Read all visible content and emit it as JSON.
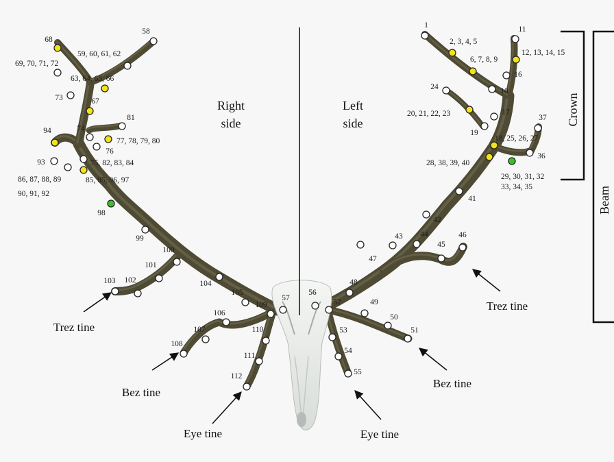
{
  "sides": {
    "right": [
      "Right",
      "side"
    ],
    "left": [
      "Left",
      "side"
    ]
  },
  "brackets": {
    "crown": "Crown",
    "beam": "Beam"
  },
  "tine_labels": {
    "trez_right": "Trez tine",
    "bez_right": "Bez tine",
    "eye_right": "Eye tine",
    "trez_left": "Trez tine",
    "bez_left": "Bez tine",
    "eye_left": "Eye tine"
  },
  "colors": {
    "antler": "#4f4a33",
    "antler_light": "#8a836a",
    "white_marker": "#ffffff",
    "yellow_marker": "#f2e419",
    "green_marker": "#3fbf2a",
    "skull": "#e9ece9"
  },
  "landmark_labels": [
    "1",
    "2, 3, 4, 5",
    "6, 7, 8, 9",
    "10",
    "11",
    "12, 13, 14, 15",
    "16",
    "17",
    "18, 25, 26, 27",
    "19",
    "20, 21, 22, 23",
    "24",
    "28, 38, 39, 40",
    "29, 30, 31, 32",
    "33, 34, 35",
    "36",
    "37",
    "41",
    "42",
    "43",
    "44",
    "45",
    "46",
    "47",
    "48",
    "49",
    "50",
    "51",
    "52",
    "53",
    "54",
    "55",
    "56",
    "57",
    "58",
    "59, 60, 61, 62",
    "63, 64, 65, 66",
    "67",
    "68",
    "69, 70, 71, 72",
    "73",
    "74",
    "75, 82, 83, 84",
    "76",
    "77, 78, 79, 80",
    "81",
    "85, 95, 96, 97",
    "86, 87, 88, 89",
    "90, 91, 92",
    "93",
    "94",
    "98",
    "99",
    "100",
    "101",
    "102",
    "103",
    "104",
    "105",
    "106",
    "107",
    "108",
    "109",
    "110",
    "111",
    "112"
  ],
  "markers": [
    {
      "c": "white"
    },
    {
      "c": "yellow"
    },
    {
      "c": "yellow"
    },
    {
      "c": "white"
    },
    {
      "c": "white"
    },
    {
      "c": "yellow"
    },
    {
      "c": "white"
    },
    {
      "c": "white"
    },
    {
      "c": "yellow"
    },
    {
      "c": "white"
    },
    {
      "c": "yellow"
    },
    {
      "c": "white"
    },
    {
      "c": "yellow"
    },
    {
      "c": "green"
    },
    {
      "c": "white"
    },
    {
      "c": "white"
    },
    {
      "c": "white"
    },
    {
      "c": "white"
    },
    {
      "c": "white"
    },
    {
      "c": "white"
    },
    {
      "c": "white"
    },
    {
      "c": "white"
    },
    {
      "c": "white"
    },
    {
      "c": "white"
    },
    {
      "c": "white"
    },
    {
      "c": "white"
    },
    {
      "c": "white"
    },
    {
      "c": "white"
    },
    {
      "c": "white"
    },
    {
      "c": "white"
    },
    {
      "c": "white"
    },
    {
      "c": "white"
    },
    {
      "c": "white"
    },
    {
      "c": "white"
    },
    {
      "c": "yellow"
    },
    {
      "c": "yellow"
    },
    {
      "c": "white"
    },
    {
      "c": "white"
    },
    {
      "c": "yellow"
    },
    {
      "c": "white"
    },
    {
      "c": "white"
    },
    {
      "c": "yellow"
    },
    {
      "c": "white"
    },
    {
      "c": "yellow"
    },
    {
      "c": "white"
    },
    {
      "c": "yellow"
    },
    {
      "c": "white"
    },
    {
      "c": "green"
    },
    {
      "c": "white"
    },
    {
      "c": "white"
    },
    {
      "c": "white"
    },
    {
      "c": "white"
    },
    {
      "c": "white"
    },
    {
      "c": "white"
    },
    {
      "c": "white"
    },
    {
      "c": "white"
    },
    {
      "c": "white"
    },
    {
      "c": "white"
    },
    {
      "c": "white"
    },
    {
      "c": "white"
    },
    {
      "c": "white"
    },
    {
      "c": "white"
    },
    {
      "c": "white"
    },
    {
      "c": "white"
    }
  ]
}
